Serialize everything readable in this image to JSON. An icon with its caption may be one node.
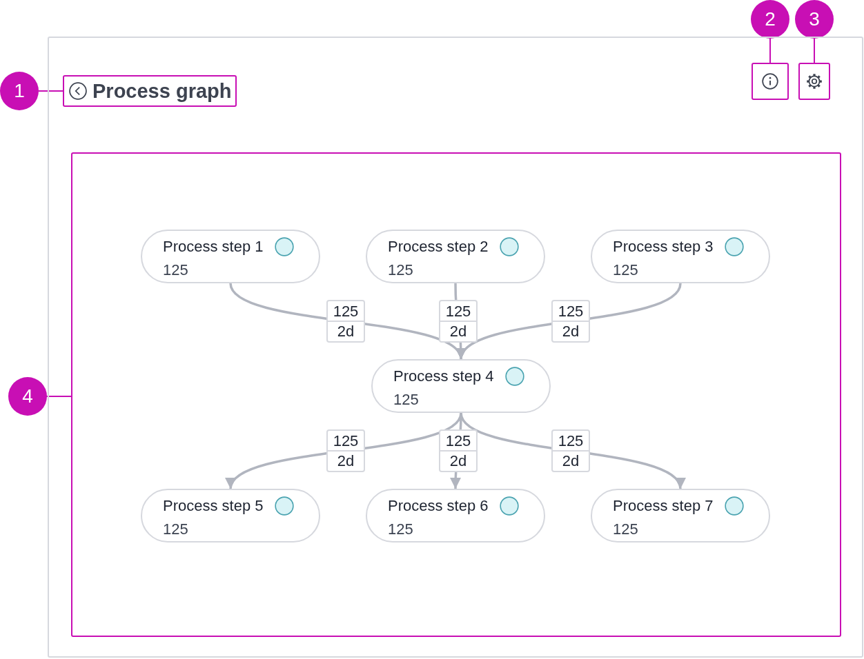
{
  "diagram": {
    "nodes": [
      {
        "text": [
          "2"
        ]
      },
      {
        "text": [
          "3"
        ]
      },
      {
        "text": [],
        "shape": "box"
      },
      {
        "text": [
          "1"
        ]
      },
      {
        "text": [
          "Process graph"
        ],
        "in": 2
      },
      {
        "text": [],
        "shape": "box",
        "in": 2
      },
      {
        "text": [],
        "shape": "box",
        "in": 2
      },
      {
        "text": [
          "4"
        ]
      },
      {
        "text": [],
        "shape": "box",
        "in": 2
      },
      {
        "text": [
          "Process step 1",
          "125"
        ],
        "in": 8
      },
      {
        "text": [
          "Process step 2",
          "125"
        ],
        "in": 8
      },
      {
        "text": [
          "Process step 3",
          "125"
        ],
        "in": 8
      },
      {
        "text": [
          "Process step 4",
          "125"
        ],
        "in": 8
      },
      {
        "text": [
          "Process step 5",
          "125"
        ],
        "in": 8
      },
      {
        "text": [
          "Process step 6",
          "125"
        ],
        "in": 8
      },
      {
        "text": [
          "Process step 7",
          "125"
        ],
        "in": 8
      }
    ],
    "edges": [
      {
        "from": 3,
        "to": 4,
        "arrow": "none",
        "color": "#c80fb4"
      },
      {
        "from": 0,
        "to": 5,
        "arrow": "none",
        "color": "#c80fb4"
      },
      {
        "from": 1,
        "to": 6,
        "arrow": "none",
        "color": "#c80fb4"
      },
      {
        "from": 7,
        "to": 8,
        "arrow": "none",
        "color": "#c80fb4"
      },
      {
        "from": 9,
        "to": 12,
        "arrow": "to",
        "label": "125 2d"
      },
      {
        "from": 10,
        "to": 12,
        "arrow": "to",
        "label": "125 2d"
      },
      {
        "from": 11,
        "to": 12,
        "arrow": "to",
        "label": "125 2d"
      },
      {
        "from": 12,
        "to": 13,
        "arrow": "to",
        "label": "125 2d"
      },
      {
        "from": 12,
        "to": 14,
        "arrow": "to",
        "label": "125 2d"
      },
      {
        "from": 12,
        "to": 15,
        "arrow": "to",
        "label": "125 2d"
      }
    ]
  }
}
